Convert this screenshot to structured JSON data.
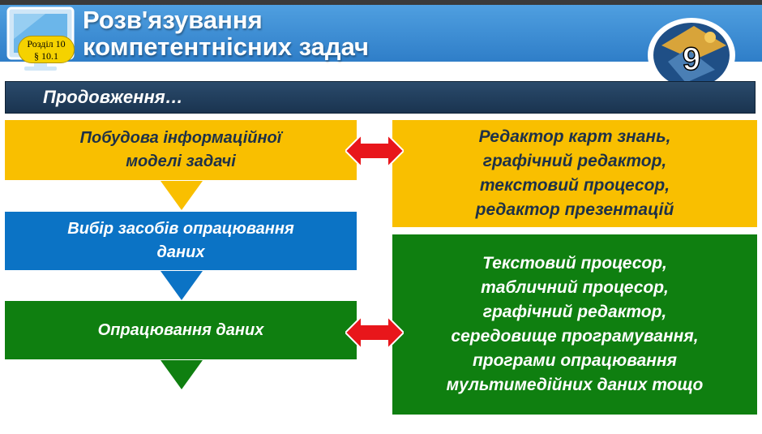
{
  "slide": {
    "title": "Розв'язування\nкомпетентнісних задач",
    "section_badge": "Розділ 10\n§ 10.1",
    "grade_number": "9",
    "subheader": "Продовження…"
  },
  "steps": [
    {
      "label": "Побудова інформаційної\nмоделі задачі"
    },
    {
      "label": "Вибір засобів опрацювання\nданих"
    },
    {
      "label": "Опрацювання даних"
    }
  ],
  "tools": [
    {
      "label": "Редактор карт знань,\nграфічний редактор,\nтекстовий процесор,\nредактор презентацій"
    },
    {
      "label": "Текстовий процесор,\nтабличний процесор,\nграфічний редактор,\nсередовище програмування,\nпрограми опрацювання\nмультимедійних даних тощо"
    }
  ],
  "colors": {
    "header_blue": "#3d8fd6",
    "subheader_navy": "#1f3b5a",
    "step_yellow": "#f9bf00",
    "step_blue": "#0b73c5",
    "step_green": "#0f7f10",
    "arrow_red": "#e8161b",
    "badge_yellow": "#f5d200"
  }
}
